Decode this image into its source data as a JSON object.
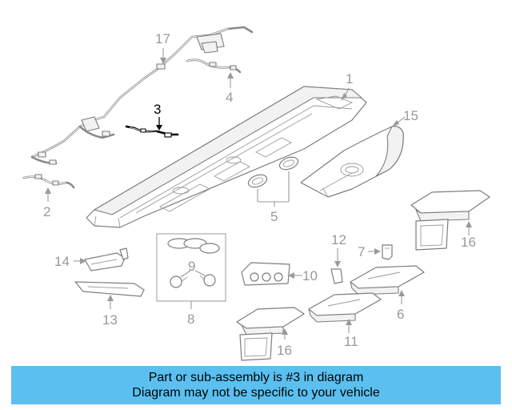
{
  "diagram": {
    "highlighted_part": "3",
    "callouts": [
      "1",
      "2",
      "3",
      "4",
      "5",
      "6",
      "7",
      "8",
      "9",
      "10",
      "11",
      "12",
      "13",
      "14",
      "15",
      "16",
      "16",
      "17"
    ]
  },
  "banner": {
    "background_color": "#5bc0f0",
    "line1": "Part or sub-assembly is #3 in diagram",
    "line2": "Diagram may not be specific to your vehicle"
  }
}
